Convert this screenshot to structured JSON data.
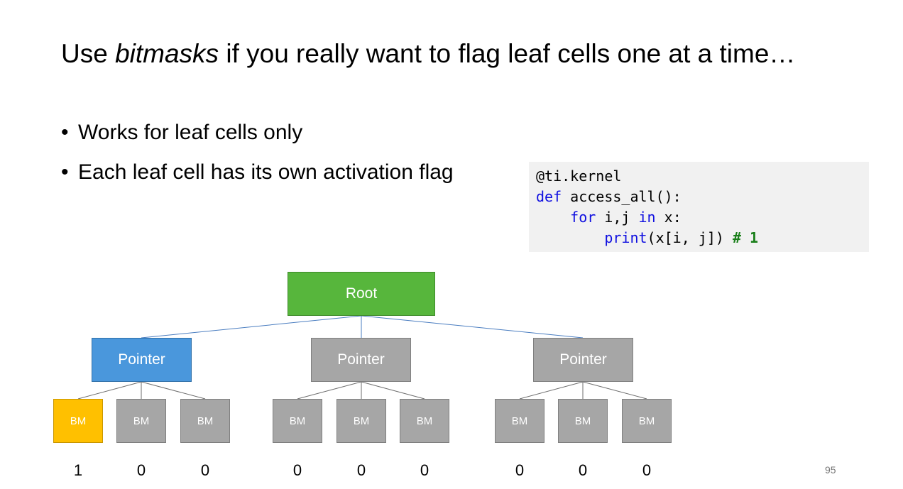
{
  "title": {
    "prefix": "Use ",
    "emphasis": "bitmasks",
    "suffix": " if you really want to flag leaf cells one at a time…"
  },
  "bullets": [
    "Works for leaf cells only",
    "Each leaf cell has its own activation flag"
  ],
  "code": {
    "line1": "@ti.kernel",
    "line2_kw": "def",
    "line2_rest": " access_all():",
    "line3_kw1": "for",
    "line3_mid": " i,j ",
    "line3_kw2": "in",
    "line3_rest": " x:",
    "line4_fn": "print",
    "line4_rest": "(x[i, j]) ",
    "line4_comment": "# 1"
  },
  "tree": {
    "root_label": "Root",
    "pointer_label": "Pointer",
    "bm_label": "BM",
    "flags": [
      "1",
      "0",
      "0",
      "0",
      "0",
      "0",
      "0",
      "0",
      "0"
    ]
  },
  "colors": {
    "root": "#57b63c",
    "pointer_active": "#4a97dc",
    "pointer_inactive": "#a6a6a6",
    "bm_active": "#ffc000",
    "bm_inactive": "#a6a6a6",
    "edge_root": "#4a7dc0",
    "edge_pointer": "#6d6d6d"
  },
  "page_number": "95"
}
